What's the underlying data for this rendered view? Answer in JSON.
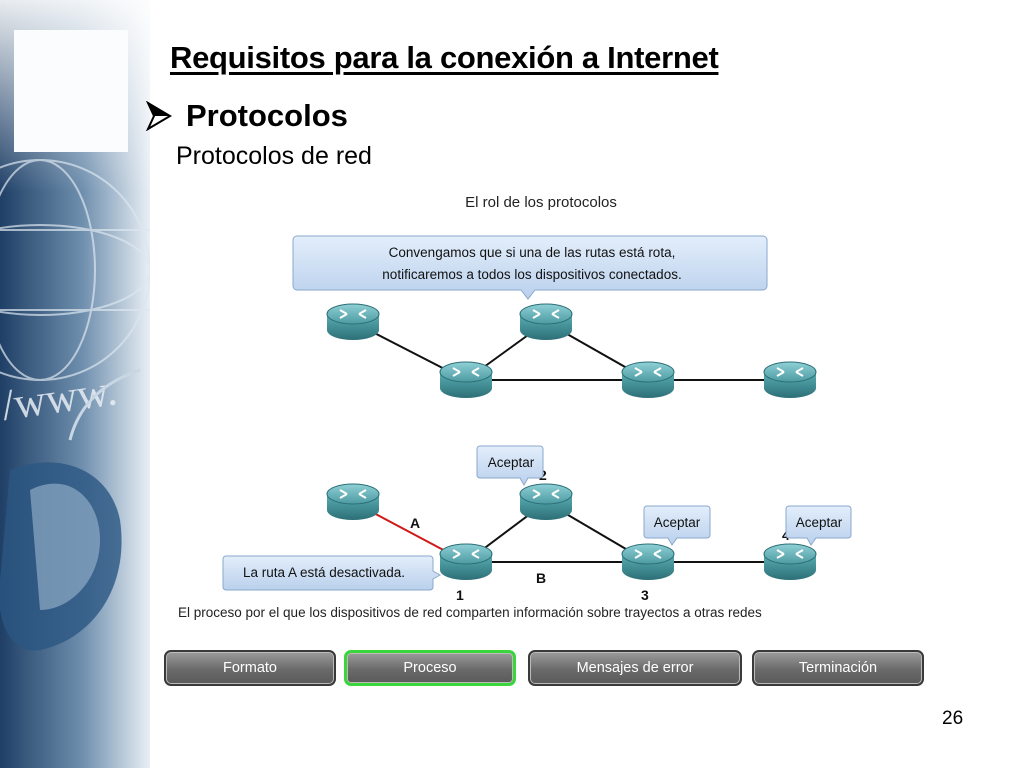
{
  "slide": {
    "title": "Requisitos para la conexión a Internet",
    "bullet": "Protocolos",
    "subtitle": "Protocolos de red",
    "page_number": "26"
  },
  "figure": {
    "heading": "El rol de los protocolos",
    "top_callout_line1": "Convengamos que si una de las rutas está rota,",
    "top_callout_line2": "notificaremos a todos los dispositivos conectados.",
    "accept_label": "Aceptar",
    "route_down_label": "La ruta A está desactivada.",
    "link_a": "A",
    "link_b": "B",
    "num_1": "1",
    "num_2": "2",
    "num_3": "3",
    "num_4": "4",
    "caption": "El proceso por el que los dispositivos de red comparten información sobre trayectos a otras redes"
  },
  "tabs": [
    {
      "label": "Formato",
      "active": false
    },
    {
      "label": "Proceso",
      "active": true
    },
    {
      "label": "Mensajes de error",
      "active": false
    },
    {
      "label": "Terminación",
      "active": false
    }
  ],
  "colors": {
    "router_body": "#3e8f96",
    "callout_fill": "#cfe0f4",
    "active_tab_border": "#3bd63b",
    "failed_link": "#d01818"
  }
}
